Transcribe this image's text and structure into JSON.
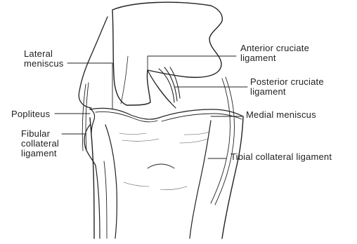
{
  "diagram": {
    "labels": {
      "lateral_meniscus": "Lateral\nmeniscus",
      "popliteus": "Popliteus",
      "fibular_collateral_ligament": "Fibular\ncollateral\nligament",
      "anterior_cruciate_ligament": "Anterior cruciate\nligament",
      "posterior_cruciate_ligament": "Posterior cruciate\nligament",
      "medial_meniscus": "Medial meniscus",
      "tibial_collateral_ligament": "Tibial collateral ligament"
    },
    "colors": {
      "ink": "#222222",
      "paper": "#ffffff"
    }
  }
}
